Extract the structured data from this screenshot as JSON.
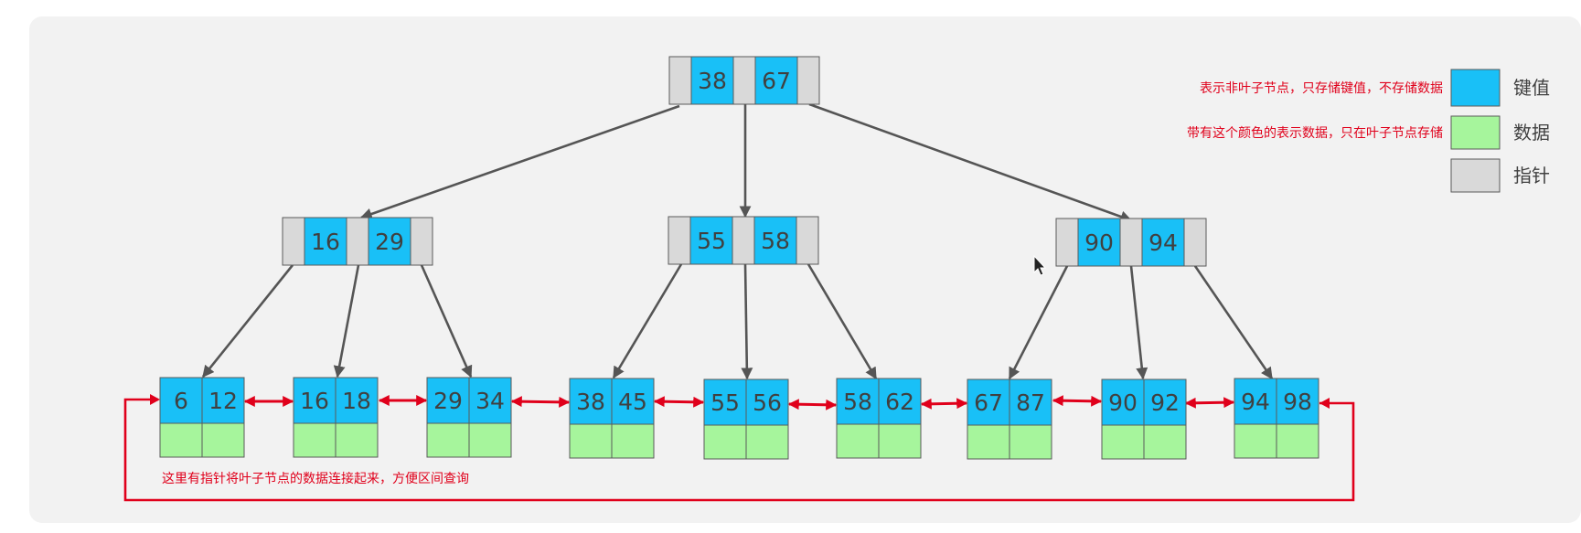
{
  "colors": {
    "key": "#19c0f7",
    "data": "#a6f59c",
    "pointer": "#d9d9d9",
    "tree_arrow": "#555555",
    "link_arrow": "#e0001b",
    "note": "#e0001b",
    "border": "#5a5a5a"
  },
  "tree": {
    "root": {
      "keys": [
        "38",
        "67"
      ]
    },
    "internal": [
      {
        "keys": [
          "16",
          "29"
        ]
      },
      {
        "keys": [
          "55",
          "58"
        ]
      },
      {
        "keys": [
          "90",
          "94"
        ]
      }
    ],
    "leaves": [
      {
        "keys": [
          "6",
          "12"
        ]
      },
      {
        "keys": [
          "16",
          "18"
        ]
      },
      {
        "keys": [
          "29",
          "34"
        ]
      },
      {
        "keys": [
          "38",
          "45"
        ]
      },
      {
        "keys": [
          "55",
          "56"
        ]
      },
      {
        "keys": [
          "58",
          "62"
        ]
      },
      {
        "keys": [
          "67",
          "87"
        ]
      },
      {
        "keys": [
          "90",
          "92"
        ]
      },
      {
        "keys": [
          "94",
          "98"
        ]
      }
    ]
  },
  "legend": [
    {
      "swatch": "key",
      "label": "键值",
      "note": "表示非叶子节点，只存储键值，不存储数据"
    },
    {
      "swatch": "data",
      "label": "数据",
      "note": "带有这个颜色的表示数据，只在叶子节点存储"
    },
    {
      "swatch": "pointer",
      "label": "指针",
      "note": ""
    }
  ],
  "leaf_link_note": "这里有指针将叶子节点的数据连接起来，方便区间查询"
}
